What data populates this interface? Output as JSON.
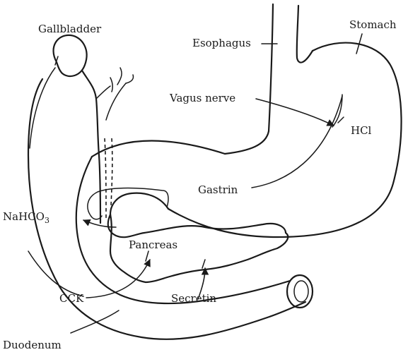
{
  "labels": {
    "gallbladder": "Gallbladder",
    "esophagus": "Esophagus",
    "stomach": "Stomach",
    "vagus_nerve": "Vagus nerve",
    "hcl": "HCl",
    "gastrin": "Gastrin",
    "nahco3": "NaHCO",
    "nahco3_sub": "3",
    "pancreas": "Pancreas",
    "cck": "CCK",
    "secretin": "Secretin",
    "duodenum": "Duodenum"
  }
}
